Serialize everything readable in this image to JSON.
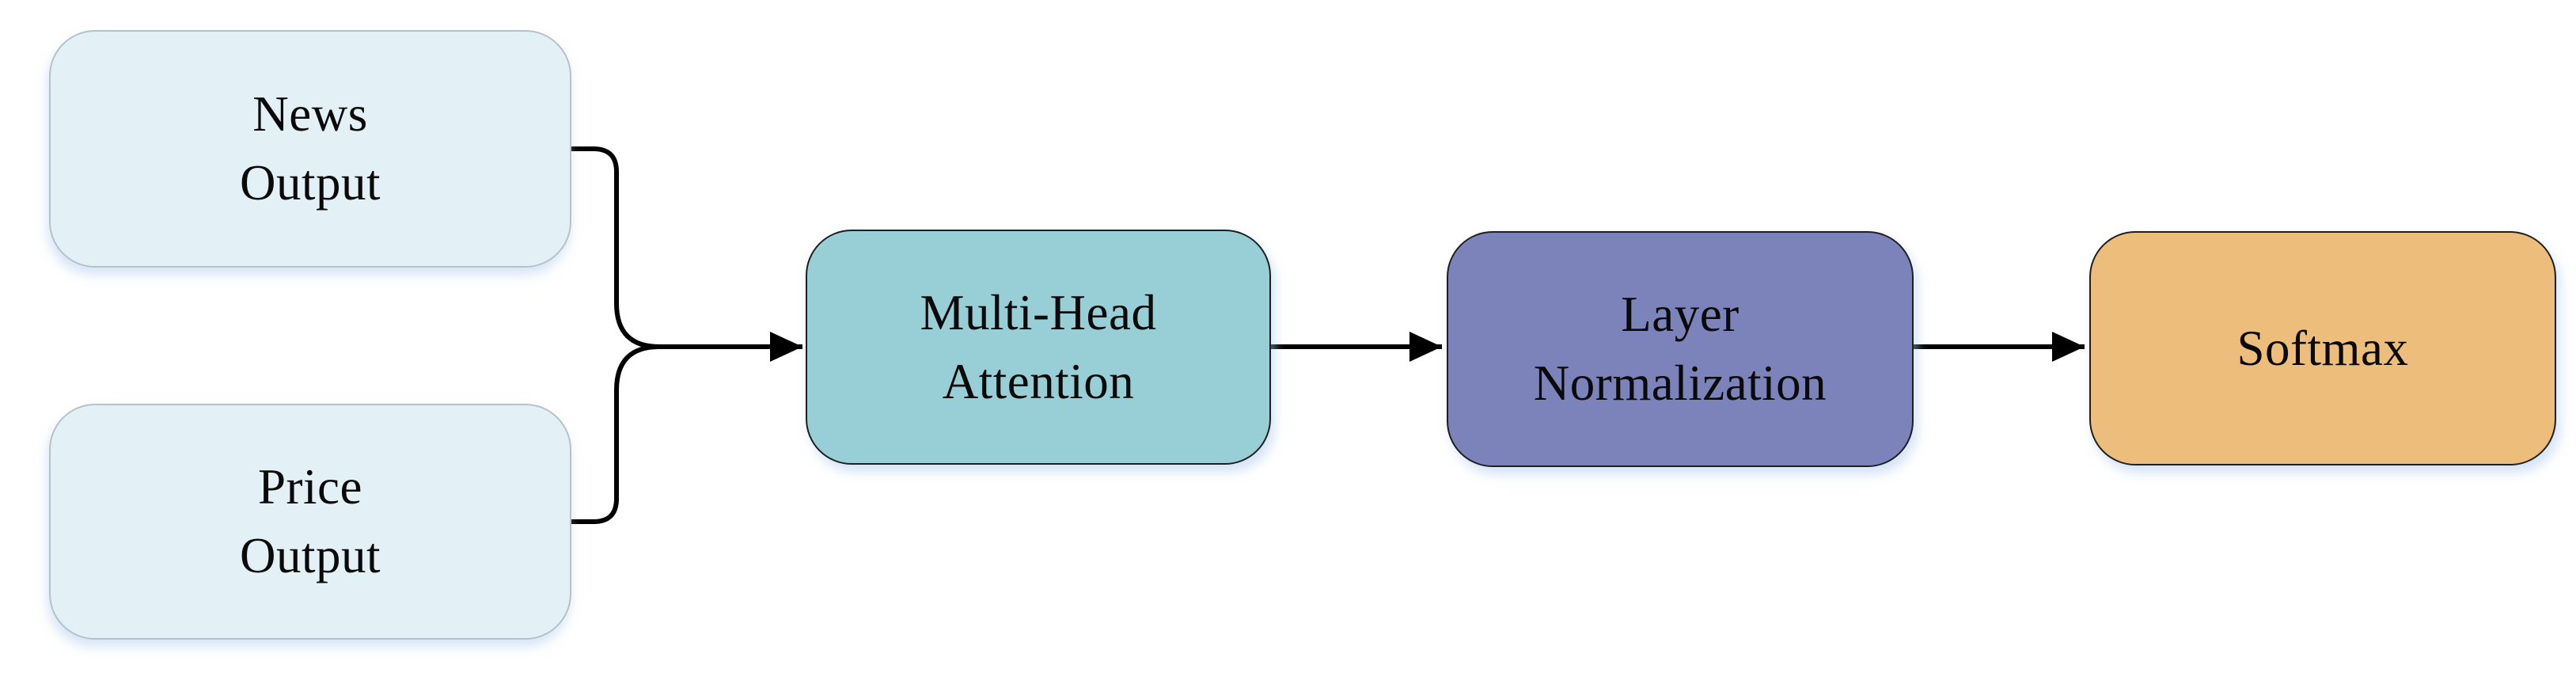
{
  "diagram": {
    "connector_color": "#000000",
    "text_color": "#0a0a0a",
    "nodes": [
      {
        "id": "news-output",
        "lines": [
          "News",
          "Output"
        ],
        "fill": "#e3f1f7",
        "border": "#b4c2ca"
      },
      {
        "id": "price-output",
        "lines": [
          "Price",
          "Output"
        ],
        "fill": "#e3f1f7",
        "border": "#b4c2ca"
      },
      {
        "id": "multi-head-attention",
        "lines": [
          "Multi-Head",
          "Attention"
        ],
        "fill": "#98ced5",
        "border": "#1f1f1f"
      },
      {
        "id": "layer-normalization",
        "lines": [
          "Layer",
          "Normalization"
        ],
        "fill": "#7c83ba",
        "border": "#1f1f1f"
      },
      {
        "id": "softmax",
        "lines": [
          "Softmax"
        ],
        "fill": "#edbd7c",
        "border": "#1f1f1f"
      }
    ],
    "edges": [
      {
        "from": "news-output",
        "to": "merge-junction",
        "arrow": false
      },
      {
        "from": "price-output",
        "to": "merge-junction",
        "arrow": false
      },
      {
        "from": "merge-junction",
        "to": "multi-head-attention",
        "arrow": true
      },
      {
        "from": "multi-head-attention",
        "to": "layer-normalization",
        "arrow": true
      },
      {
        "from": "layer-normalization",
        "to": "softmax",
        "arrow": true
      }
    ]
  }
}
